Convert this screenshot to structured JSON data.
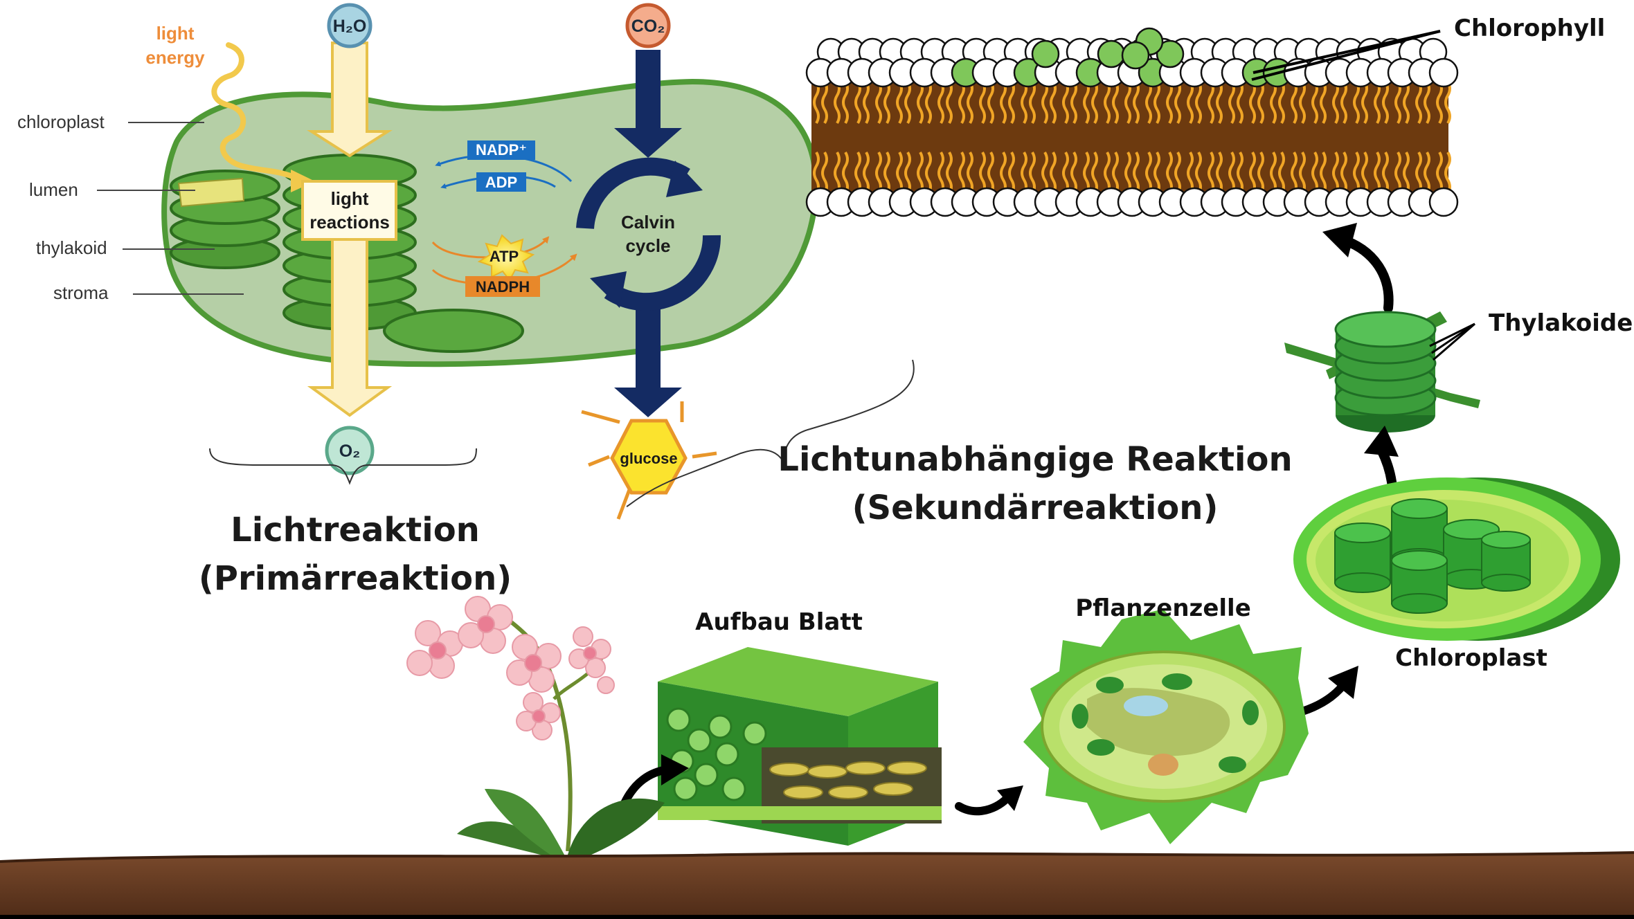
{
  "chloroplast_diagram": {
    "light_energy": [
      "light",
      "energy"
    ],
    "chloroplast": "chloroplast",
    "lumen": "lumen",
    "thylakoid": "thylakoid",
    "stroma": "stroma",
    "h2o": "H₂O",
    "co2": "CO₂",
    "o2": "O₂",
    "light_reactions": [
      "light",
      "reactions"
    ],
    "nadp_plus": "NADP⁺",
    "adp": "ADP",
    "atp": "ATP",
    "nadph": "NADPH",
    "calvin_cycle": [
      "Calvin",
      "cycle"
    ],
    "glucose": "glucose"
  },
  "phase_labels": {
    "light_reaction": [
      "Lichtreaktion",
      "(Primärreaktion)"
    ],
    "dark_reaction": [
      "Lichtunabhängige Reaktion",
      "(Sekundärreaktion)"
    ]
  },
  "scale_path": {
    "chlorophyll": "Chlorophyll",
    "thylakoide": "Thylakoide",
    "chloroplast": "Chloroplast",
    "leaf_structure": "Aufbau Blatt",
    "plant_cell": "Pflanzenzelle"
  },
  "colors": {
    "stroma_fill": "#b5cfa6",
    "chloroplast_border": "#4f9a36",
    "light_arrow": "#fdf1c6",
    "calvin_arrow": "#142b63",
    "nadp_blue": "#1b6fc2",
    "nadph_orange": "#e8882a",
    "atp_yellow": "#f8e12a",
    "soil": "#6b3e24",
    "lipid_orange": "#e48a1c"
  }
}
